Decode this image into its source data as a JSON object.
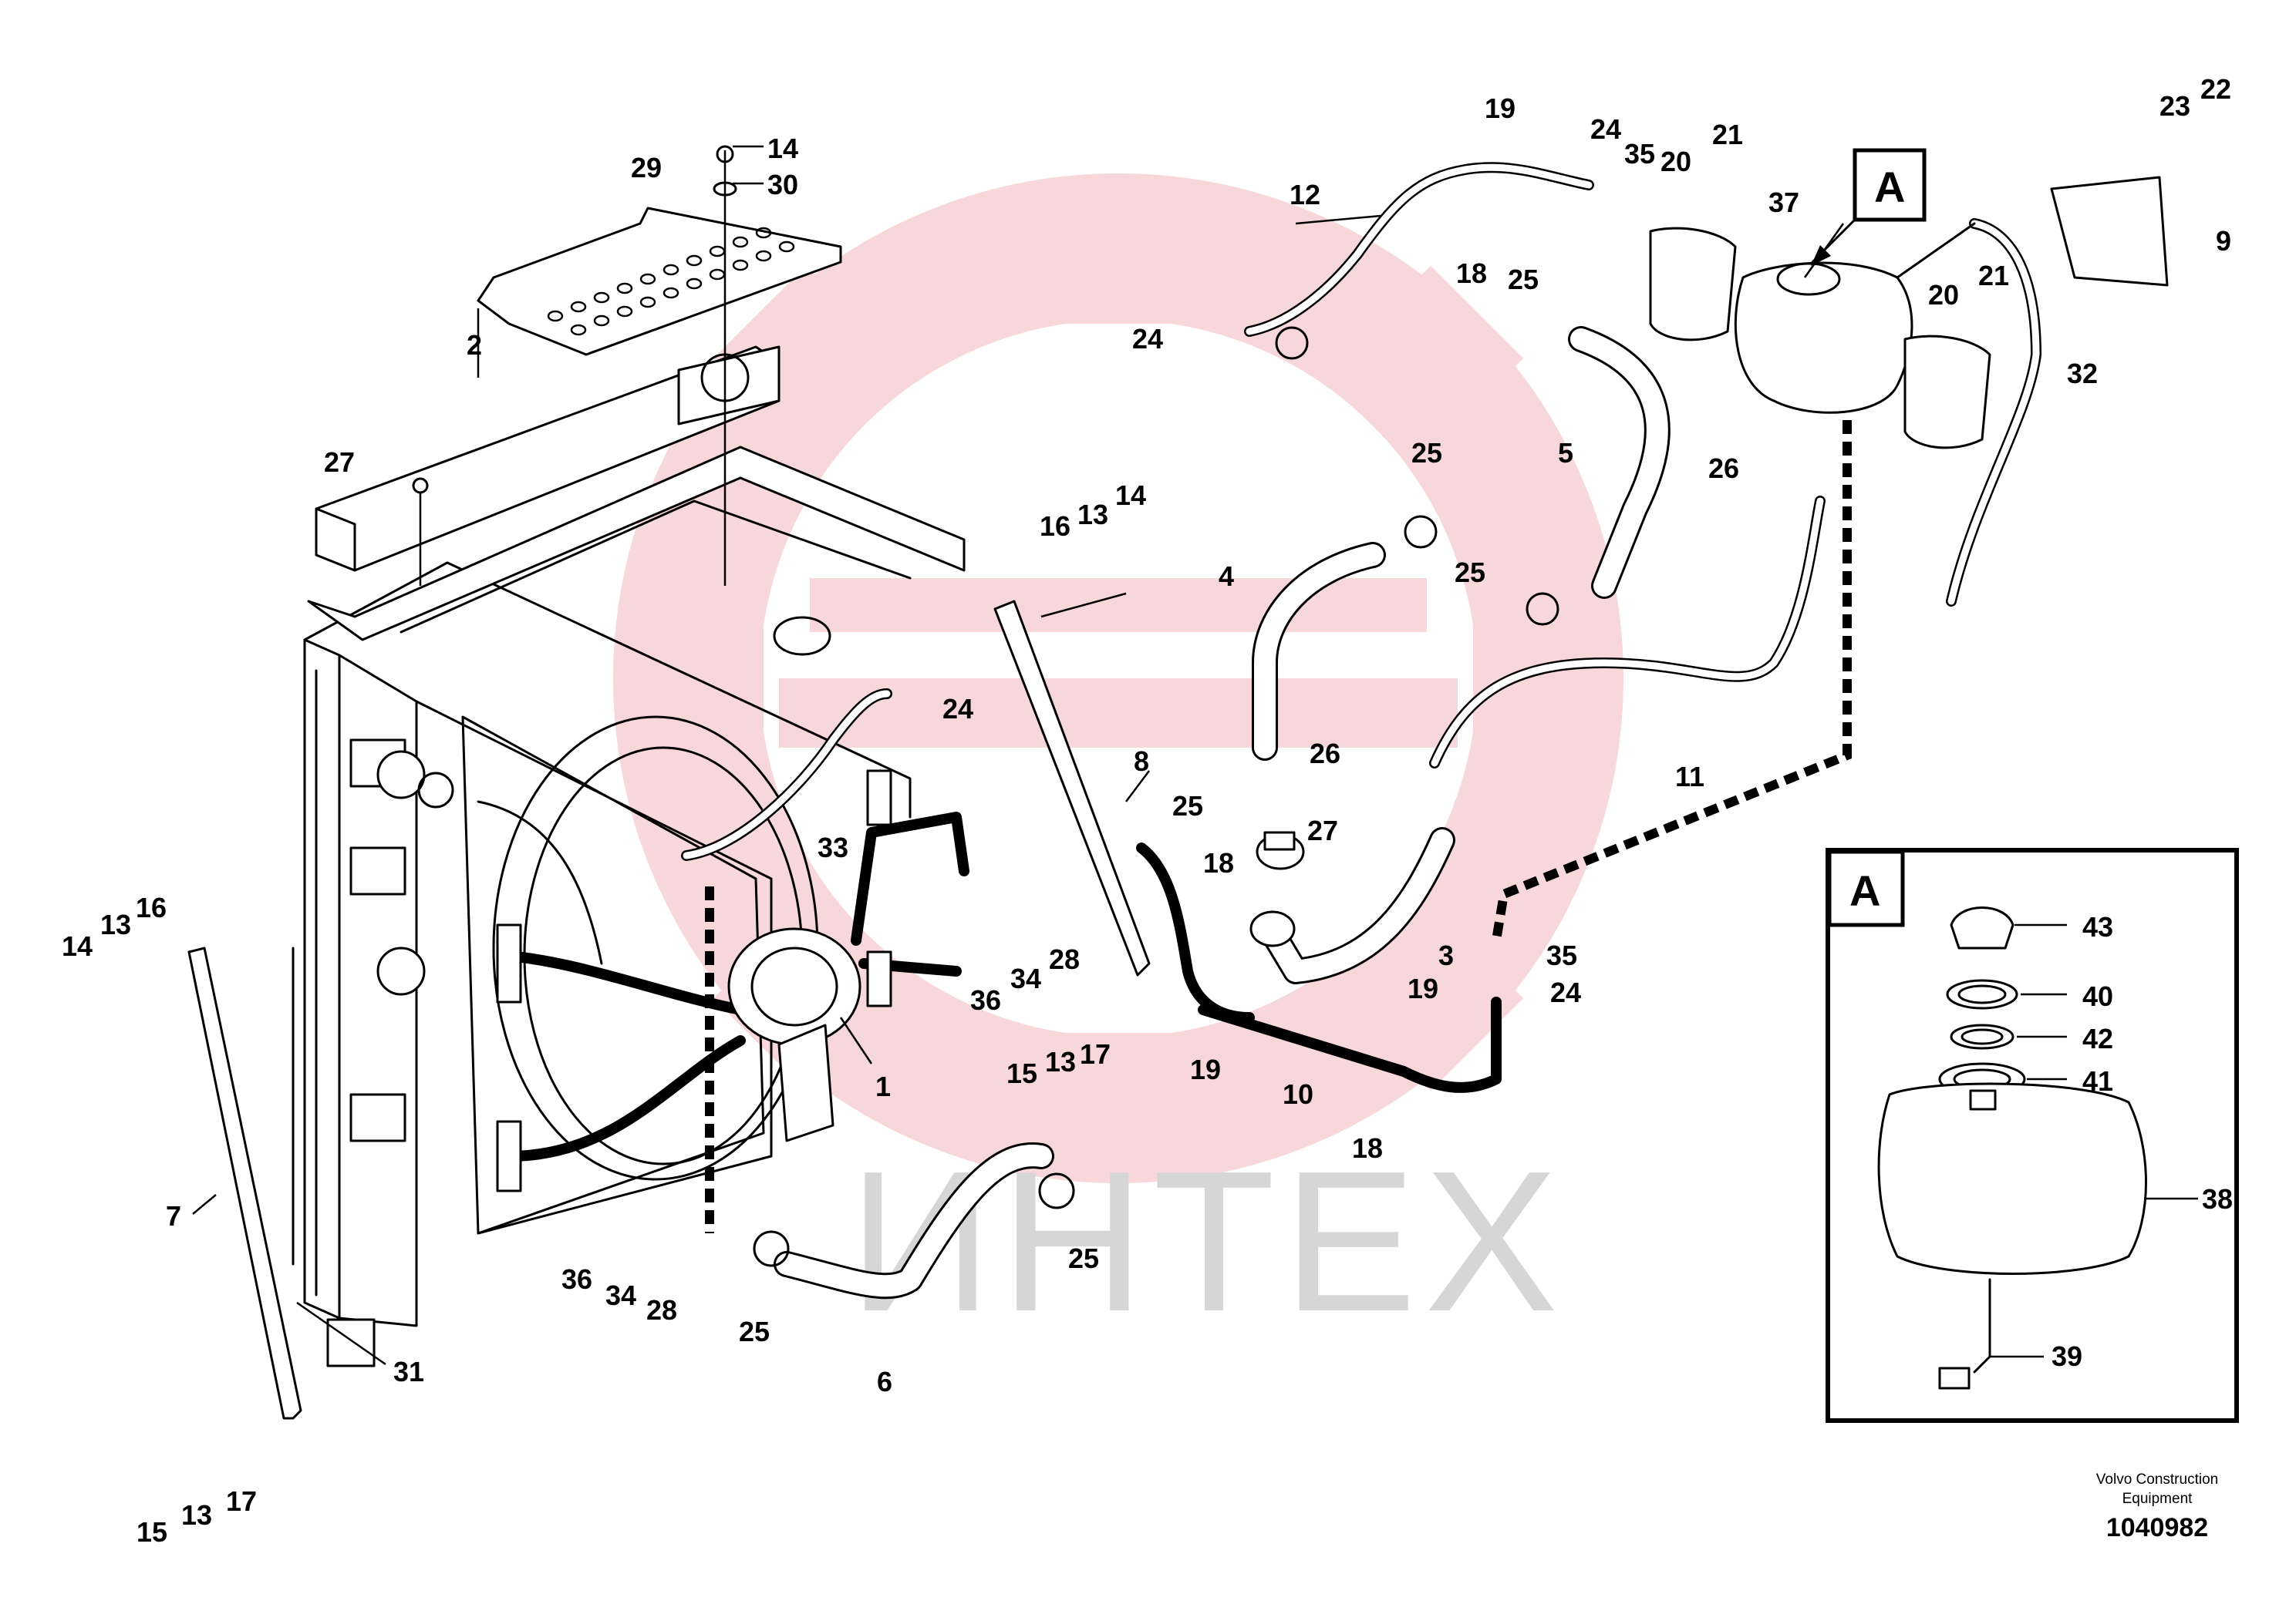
{
  "watermark": {
    "text": "ИНТЕХ",
    "gear_color": "#f6c9cc"
  },
  "detail": {
    "label": "A"
  },
  "footer": {
    "company_line1": "Volvo Construction",
    "company_line2": "Equipment",
    "drawing_number": "1040982"
  },
  "callouts": {
    "c14_top": "14",
    "c30": "30",
    "c29": "29",
    "c2": "2",
    "c27_left": "27",
    "c16_mid": "16",
    "c13_mid": "13",
    "c14_mid": "14",
    "c12": "12",
    "c19_top": "19",
    "c24_top": "24",
    "c35_top": "35",
    "c20_top": "20",
    "c21_top": "21",
    "c18_top": "18",
    "c37": "37",
    "c24_left": "24",
    "c25_a": "25",
    "c25_b": "25",
    "c25_c": "25",
    "c5": "5",
    "c4": "4",
    "c23": "23",
    "c22": "22",
    "c9": "9",
    "c20_right": "20",
    "c21_right": "21",
    "c32": "32",
    "c26_right": "26",
    "c11": "11",
    "c26_mid": "26",
    "c24_mid": "24",
    "c8": "8",
    "c33": "33",
    "c25_d": "25",
    "c18_mid": "18",
    "c27_mid": "27",
    "c3": "3",
    "c35_mid": "35",
    "c24_low": "24",
    "c19_low": "19",
    "c19_mid": "19",
    "c10": "10",
    "c18_low": "18",
    "c14_left": "14",
    "c13_left": "13",
    "c16_left": "16",
    "c36_a": "36",
    "c34_a": "34",
    "c28_a": "28",
    "c15_a": "15",
    "c13_a": "13",
    "c17_a": "17",
    "c1": "1",
    "c7": "7",
    "c36_b": "36",
    "c34_b": "34",
    "c28_b": "28",
    "c25_e": "25",
    "c25_f": "25",
    "c6": "6",
    "c31": "31",
    "c15_b": "15",
    "c13_b": "13",
    "c17_b": "17",
    "c43": "43",
    "c40": "40",
    "c42": "42",
    "c41": "41",
    "c38": "38",
    "c39": "39"
  }
}
